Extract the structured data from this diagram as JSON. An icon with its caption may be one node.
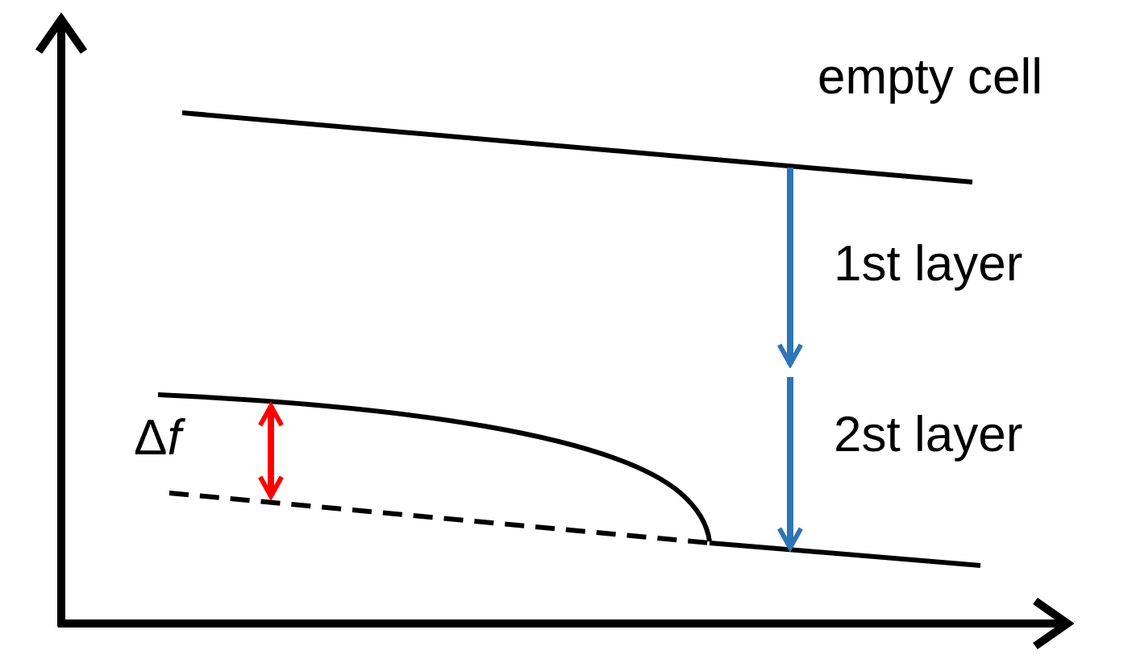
{
  "diagram": {
    "labels": [
      "empty cell",
      "1st layer",
      "2st layer",
      "Δf"
    ]
  }
}
